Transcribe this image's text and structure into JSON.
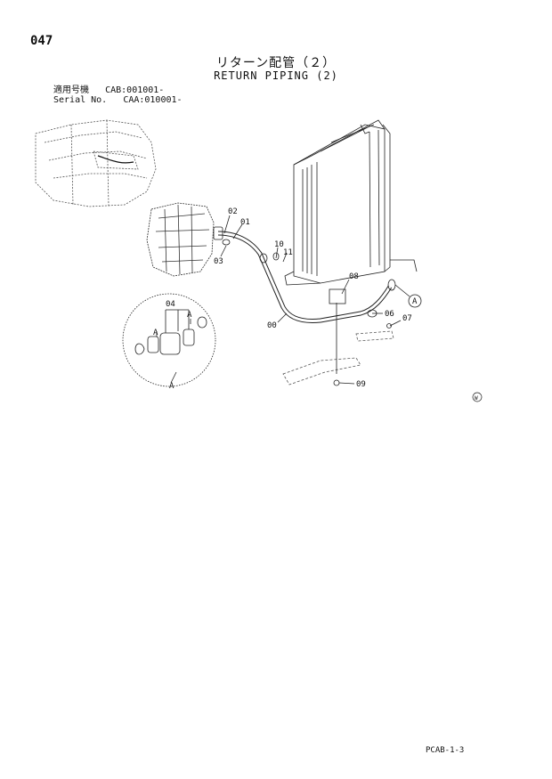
{
  "header": {
    "page_number": "047",
    "title_jp": "リターン配管（２）",
    "title_en": "RETURN PIPING (2)"
  },
  "applicability": {
    "row1_label": "適用号機",
    "row1_value": "CAB:001001-",
    "row2_label": "Serial No.",
    "row2_value": "CAA:010001-"
  },
  "callouts": {
    "c00": "00",
    "c01": "01",
    "c02": "02",
    "c03": "03",
    "c04": "04",
    "c06": "06",
    "c07": "07",
    "c08": "08",
    "c09": "09",
    "c10": "10",
    "c11": "11",
    "detail_a_1": "A",
    "detail_a_2": "A",
    "detail_a_label": "A",
    "ref_a": "A",
    "corner_mark": "W"
  },
  "footer": {
    "code": "PCAB-1-3"
  }
}
